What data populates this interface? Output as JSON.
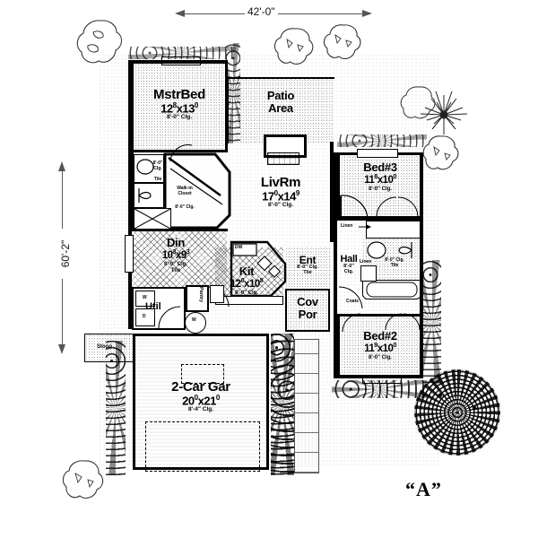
{
  "drawing": {
    "label": "“A”",
    "overall_width": "42'-0\"",
    "overall_depth": "60'-2\""
  },
  "rooms": [
    {
      "key": "mstrbed",
      "name": "MstrBed",
      "dim_a": "12",
      "sup_a": "8",
      "dim_b": "13",
      "sup_b": "0",
      "clg": "8'-0\" Clg."
    },
    {
      "key": "patio",
      "name": "Patio",
      "name2": "Area",
      "clg": ""
    },
    {
      "key": "livrm",
      "name": "LivRm",
      "dim_a": "17",
      "sup_a": "0",
      "dim_b": "14",
      "sup_b": "9",
      "clg": "8'-0\" Clg."
    },
    {
      "key": "bed3",
      "name": "Bed#3",
      "dim_a": "11",
      "sup_a": "8",
      "dim_b": "10",
      "sup_b": "0",
      "clg": "8'-0\" Clg."
    },
    {
      "key": "bed2",
      "name": "Bed#2",
      "dim_a": "11",
      "sup_a": "9",
      "dim_b": "10",
      "sup_b": "0",
      "clg": "8'-0\" Clg."
    },
    {
      "key": "din",
      "name": "Din",
      "dim_a": "10",
      "sup_a": "3",
      "dim_b": "9",
      "sup_b": "3",
      "clg": "8'-0\" Clg.",
      "clg2": "Tile"
    },
    {
      "key": "kit",
      "name": "Kit",
      "dim_a": "12",
      "sup_a": "0",
      "dim_b": "10",
      "sup_b": "8",
      "clg": "8'-0\" Clg.",
      "clg2": "Tile"
    },
    {
      "key": "ent",
      "name": "Ent",
      "clg": "8'-0\" Clg.",
      "clg2": "Tile"
    },
    {
      "key": "covpor",
      "name": "Cov",
      "name2": "Por"
    },
    {
      "key": "garage",
      "name": "2-Car Gar",
      "dim_a": "20",
      "sup_a": "0",
      "dim_b": "21",
      "sup_b": "0",
      "clg": "8'-4\" Clg."
    },
    {
      "key": "hall",
      "name": "Hall",
      "clg": "8'-0\"",
      "clg2": "Clg."
    }
  ],
  "small_labels": {
    "walkin_1": "Walk-in",
    "walkin_2": "Closet",
    "walkin_clg": "8'-0\" Clg.",
    "mbath_clg1": "8'-0\"",
    "mbath_clg2": "Clg.",
    "mbath_tile": "Tile",
    "util": "Util",
    "washer": "W",
    "dryer": "D",
    "pantry": "Pantry",
    "ref": "R",
    "dishwasher": "DW",
    "linen_top": "Linen",
    "linen_mid": "Linen",
    "coats": "Coats",
    "bath2_clg": "8'-0\" Clg.",
    "bath2_tile": "Tile",
    "stoop": "Stoop"
  },
  "colors": {
    "ink": "#000000",
    "paper": "#ffffff",
    "dimension": "#555555"
  }
}
